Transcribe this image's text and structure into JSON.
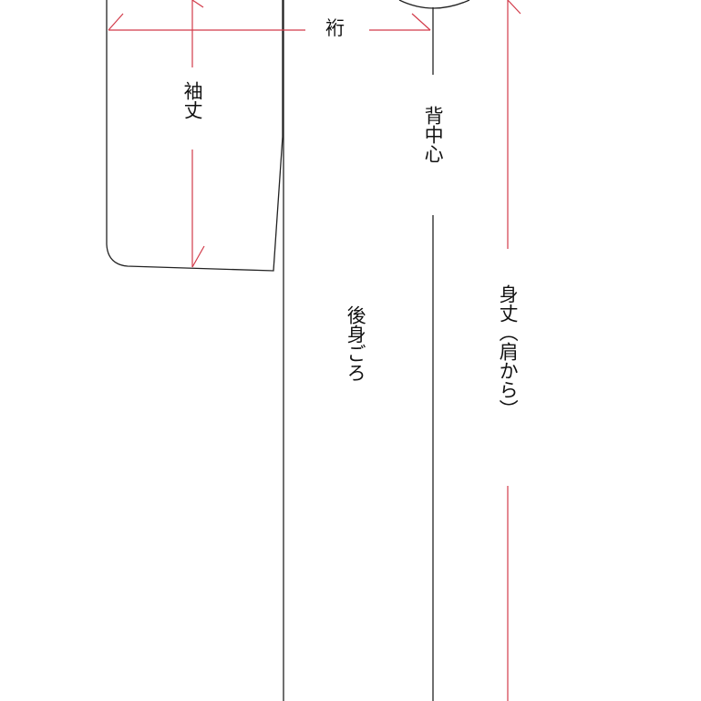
{
  "labels": {
    "yuki": "裄",
    "sodetake": "袖丈",
    "senaka_shin": "背中心",
    "ushiro_migoro": "後身ごろ",
    "mitake": "身丈（肩から）"
  },
  "colors": {
    "outline": "#222222",
    "measure": "#d23b4a"
  }
}
